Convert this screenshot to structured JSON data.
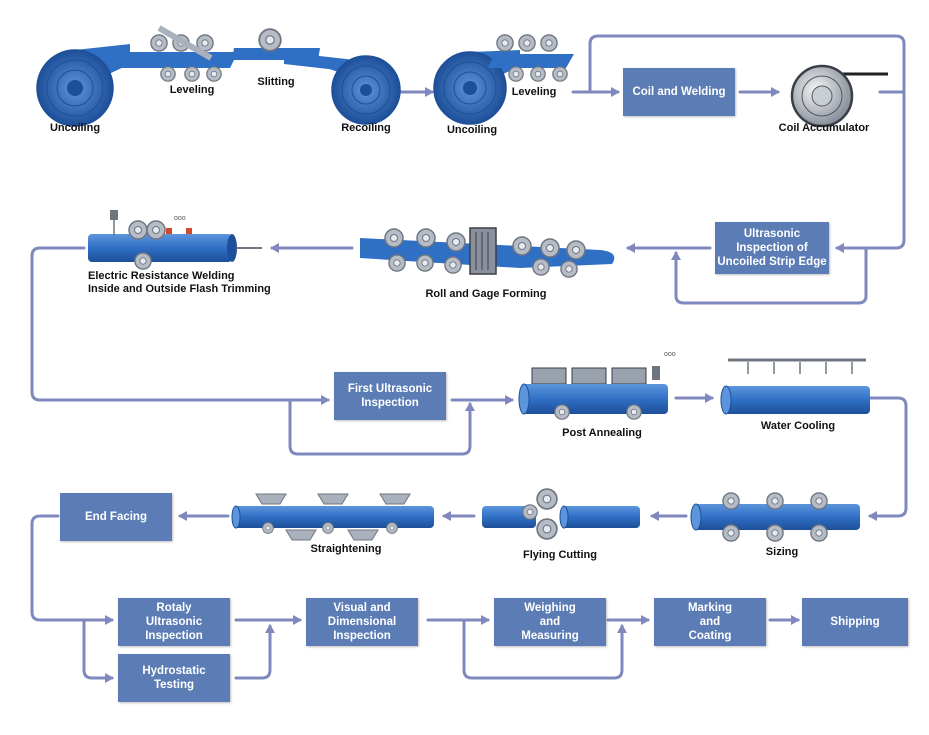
{
  "colors": {
    "pipe": "#2f6fc4",
    "pipe_dark": "#1e4f99",
    "roller": "#a9b1bd",
    "box": "#5b7cb5",
    "arrow": "#8089bd"
  },
  "stages": {
    "uncoiling_1": "Uncoiling",
    "leveling_1": "Leveling",
    "slitting": "Slitting",
    "recoiling": "Recoiling",
    "uncoiling_2": "Uncoiling",
    "leveling_2": "Leveling",
    "coil_accumulator": "Coil Accumulator",
    "erw": "Electric Resistance Welding\nInside and Outside Flash Trimming",
    "roll_gage_forming": "Roll and Gage Forming",
    "post_annealing": "Post Annealing",
    "water_cooling": "Water Cooling",
    "straightening": "Straightening",
    "flying_cutting": "Flying Cutting",
    "sizing": "Sizing"
  },
  "boxes": {
    "coil_welding": "Coil and Welding",
    "ultrasonic_edge": "Ultrasonic\nInspection of\nUncoiled Strip Edge",
    "first_ultrasonic": "First Ultrasonic\nInspection",
    "end_facing": "End Facing",
    "rotaly_ultrasonic": "Rotaly\nUltrasonic\nInspection",
    "hydrostatic": "Hydrostatic\nTesting",
    "visual_dimensional": "Visual and\nDimensional\nInspection",
    "weighing": "Weighing\nand\nMeasuring",
    "marking": "Marking\nand\nCoating",
    "shipping": "Shipping"
  }
}
